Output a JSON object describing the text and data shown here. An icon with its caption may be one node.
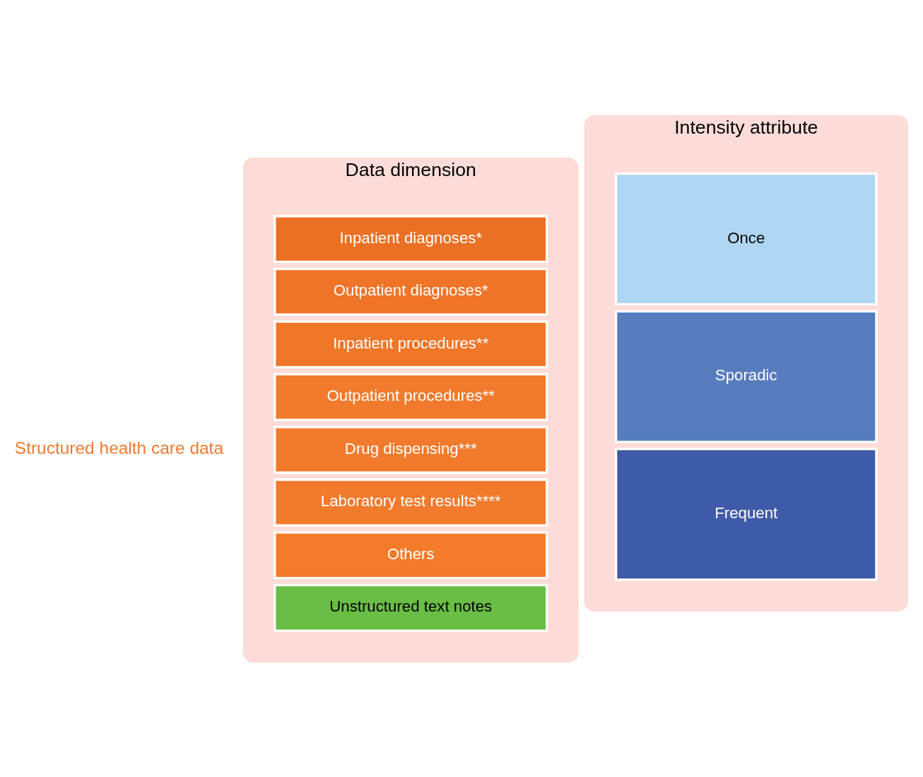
{
  "diagram": {
    "nodes": [
      {
        "text": [
          "Data dimension"
        ]
      },
      {
        "text": [
          "Inpatient diagnoses*"
        ],
        "in": 0
      },
      {
        "text": [
          "Outpatient diagnoses*"
        ],
        "in": 0
      },
      {
        "text": [
          "Inpatient procedures**"
        ],
        "in": 0
      },
      {
        "text": [
          "Outpatient procedures**"
        ],
        "in": 0
      },
      {
        "text": [
          "Drug dispensing***"
        ],
        "in": 0
      },
      {
        "text": [
          "Laboratory test results****"
        ],
        "in": 0
      },
      {
        "text": [
          "Others"
        ],
        "in": 0
      },
      {
        "text": [
          "Unstructured text notes"
        ],
        "in": 0
      },
      {
        "text": [
          "Intensity attribute"
        ]
      },
      {
        "text": [
          "Once"
        ],
        "in": 9
      },
      {
        "text": [
          "Sporadic"
        ],
        "in": 9
      },
      {
        "text": [
          "Frequent"
        ],
        "in": 9
      }
    ],
    "edges": [],
    "labels": [
      "Structured health care data"
    ]
  }
}
